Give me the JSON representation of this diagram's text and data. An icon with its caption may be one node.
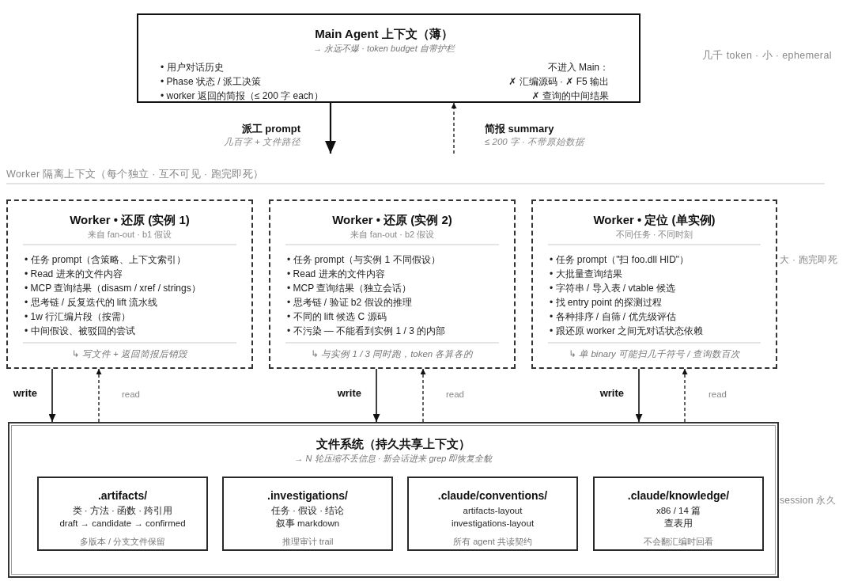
{
  "diagram": {
    "nodes": [
      {
        "text": [
          "Main Agent 上下文（薄）",
          "→ 永远不爆 · token budget 自带护栏",
          "• 用户对话历史",
          "• Phase 状态 / 派工决策",
          "• worker 返回的简报（≤ 200 字 each）",
          "不进入 Main：",
          "✗ 汇编源码 · ✗ F5 输出",
          "✗ 查询的中间结果"
        ]
      },
      {
        "text": [
          "Worker • 还原 (实例 1)",
          "来自 fan-out · b1 假设",
          "• 任务 prompt（含策略、上下文索引）",
          "• Read 进来的文件内容",
          "• MCP 查询结果（disasm / xref / strings）",
          "• 思考链 / 反复迭代的 lift 流水线",
          "• 1w 行汇编片段（按需）",
          "• 中间假设、被驳回的尝试",
          "↳ 写文件 + 返回简报后销毁"
        ]
      },
      {
        "text": [
          "Worker • 还原 (实例 2)",
          "来自 fan-out · b2 假设",
          "• 任务 prompt（与实例 1 不同假设）",
          "• Read 进来的文件内容",
          "• MCP 查询结果（独立会话）",
          "• 思考链 / 验证 b2 假设的推理",
          "• 不同的 lift 候选 C 源码",
          "• 不污染 — 不能看到实例 1 / 3 的内部",
          "↳ 与实例 1 / 3 同时跑，token 各算各的"
        ]
      },
      {
        "text": [
          "Worker • 定位 (单实例)",
          "不同任务 · 不同时刻",
          "• 任务 prompt（\"扫 foo.dll HID\"）",
          "• 大批量查询结果",
          "• 字符串 / 导入表 / vtable 候选",
          "• 找 entry point 的探测过程",
          "• 各种排序 / 自筛 / 优先级评估",
          "• 跟还原 worker 之间无对话状态依赖",
          "↳ 单 binary 可能扫几千符号 / 查询数百次"
        ],
        "beside": [
          "大 · 跑完即死"
        ]
      },
      {
        "text": [
          "文件系统（持久共享上下文）",
          "→ N 轮压缩不丢信息 · 新会话进来 grep 即恢复全貌"
        ],
        "beside": [
          "session 永久"
        ]
      },
      {
        "text": [
          ".artifacts/",
          "类 · 方法 · 函数 · 跨引用",
          "draft → candidate → confirmed",
          "多版本 / 分支文件保留"
        ],
        "in": 4
      },
      {
        "text": [
          ".investigations/",
          "任务 · 假设 · 结论",
          "叙事 markdown",
          "推理审计 trail"
        ],
        "in": 4
      },
      {
        "text": [
          ".claude/conventions/",
          "artifacts-layout",
          "investigations-layout",
          "所有 agent 共读契约"
        ],
        "in": 4
      },
      {
        "text": [
          ".claude/knowledge/",
          "x86 / 14 篇",
          "查表用",
          "不会翻汇编时回看"
        ],
        "in": 4
      }
    ],
    "edges": [
      {
        "from": 0,
        "to": null,
        "arrow": "to",
        "label": "派工 prompt"
      },
      {
        "from": null,
        "to": 0,
        "arrow": "to",
        "label": "简报 summary",
        "style": "dashed"
      },
      {
        "from": 1,
        "to": 4,
        "arrow": "to",
        "label": "write"
      },
      {
        "from": 4,
        "to": 1,
        "arrow": "to",
        "label": "read",
        "style": "dashed"
      },
      {
        "from": 2,
        "to": 4,
        "arrow": "to",
        "label": "write"
      },
      {
        "from": 4,
        "to": 2,
        "arrow": "to",
        "label": "read",
        "style": "dashed"
      },
      {
        "from": 3,
        "to": 4,
        "arrow": "to",
        "label": "write"
      },
      {
        "from": 4,
        "to": 3,
        "arrow": "to",
        "label": "read",
        "style": "dashed"
      }
    ],
    "labels": [
      "几千 token · 小 · ephemeral",
      "几百字 + 文件路径",
      "≤ 200 字 · 不带原始数据",
      "Worker 隔离上下文（每个独立 · 互不可见 · 跑完即死）"
    ]
  }
}
